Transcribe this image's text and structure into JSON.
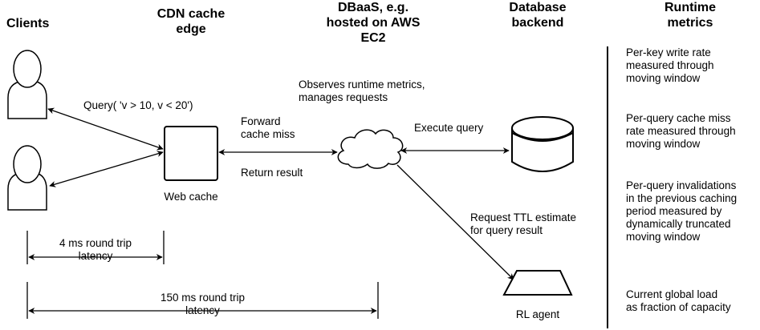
{
  "headers": {
    "clients": "Clients",
    "cdn_line1": "CDN cache",
    "cdn_line2": "edge",
    "dbaas_line1": "DBaaS, e.g.",
    "dbaas_line2": "hosted on AWS",
    "dbaas_line3": "EC2",
    "backend_line1": "Database",
    "backend_line2": "backend",
    "metrics_line1": "Runtime",
    "metrics_line2": "metrics"
  },
  "labels": {
    "query": "Query( 'v > 10, v < 20')",
    "forward_line1": "Forward",
    "forward_line2": "cache miss",
    "return_result": "Return result",
    "web_cache": "Web cache",
    "observes_line1": "Observes runtime metrics,",
    "observes_line2": "manages requests",
    "execute_query": "Execute query",
    "ttl_line1": "Request TTL estimate",
    "ttl_line2": "for query result",
    "rl_agent": "RL agent",
    "latency_4_line1": "4 ms round trip",
    "latency_4_line2": "latency",
    "latency_150_line1": "150 ms round trip",
    "latency_150_line2": "latency"
  },
  "metrics": [
    [
      "Per-key write rate",
      "measured through",
      "moving window"
    ],
    [
      "Per-query cache miss",
      "rate measured through",
      "moving window"
    ],
    [
      "Per-query invalidations",
      "in the previous caching",
      "period measured by",
      "dynamically truncated",
      "moving window"
    ],
    [
      "Current global load",
      "as fraction of capacity"
    ]
  ]
}
